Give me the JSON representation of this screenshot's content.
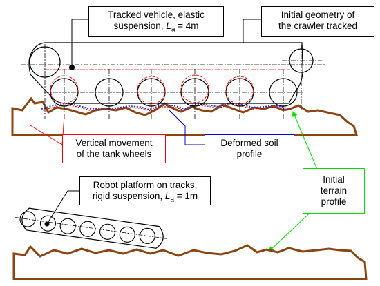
{
  "labels": {
    "tracked_vehicle": {
      "line1": "Tracked vehicle, elastic",
      "line2_prefix": "suspension, ",
      "symbol": "L",
      "subscript": "a",
      "line2_suffix": " = 4m"
    },
    "initial_geometry": {
      "line1": "Initial geometry of",
      "line2": "the crawler tracked"
    },
    "vertical_movement": {
      "line1": "Vertical movement",
      "line2": "of the tank wheels"
    },
    "deformed_soil": {
      "line1": "Deformed soil",
      "line2": "profile"
    },
    "initial_terrain": {
      "line1": "Initial",
      "line2": "terrain",
      "line3": "profile"
    },
    "robot_platform": {
      "line1": "Robot platform on tracks,",
      "line2_prefix": "rigid suspension, ",
      "symbol": "L",
      "subscript": "a",
      "line2_suffix": " = 1m"
    }
  },
  "colors": {
    "terrain": "#8B4513",
    "red_callout": "#FF0000",
    "blue_callout": "#0000CC",
    "green_callout": "#00DD00",
    "deformed_dashed_blue": "#3333CC",
    "deformed_dashed_red": "#CC0000",
    "outline": "#000000"
  }
}
